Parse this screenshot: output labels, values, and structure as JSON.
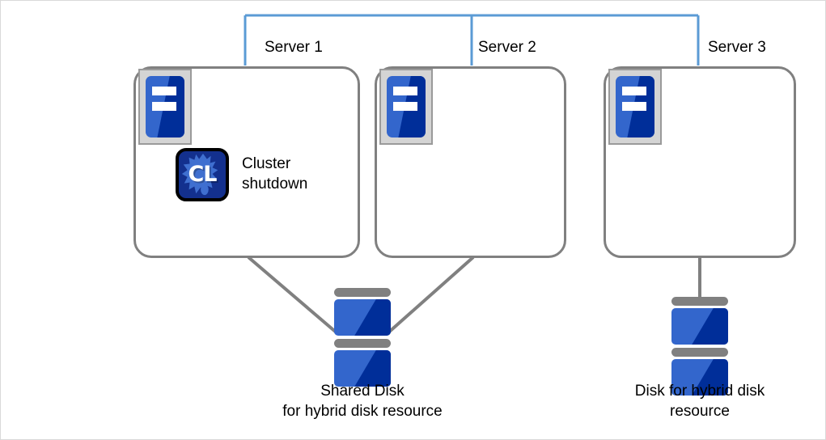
{
  "diagram": {
    "title": "Cluster shutdown with hybrid disk resources",
    "colors": {
      "network_line": "#5b9bd5",
      "connector_line": "#808080",
      "server_border": "#808080",
      "disk_light_blue": "#3366cc",
      "disk_dark_blue": "#002e99",
      "badge_frame": "#d4d4d4",
      "cl_icon_border": "#000000",
      "cl_icon_background": "#13308e",
      "text": "#000000",
      "frame_border": "#d9d9d9"
    },
    "network": {
      "name": "interconnect-bus",
      "orientation": "horizontal-with-three-drops"
    },
    "servers": [
      {
        "id": "server-1",
        "label": "Server 1",
        "badge_icon": "server-icon",
        "has_cluster_shutdown": true,
        "cluster_shutdown": {
          "icon": "cl-icon",
          "icon_text": "CL",
          "label": "Cluster\nshutdown",
          "label_line1": "Cluster",
          "label_line2": "shutdown"
        }
      },
      {
        "id": "server-2",
        "label": "Server 2",
        "badge_icon": "server-icon",
        "has_cluster_shutdown": false
      },
      {
        "id": "server-3",
        "label": "Server 3",
        "badge_icon": "server-icon",
        "has_cluster_shutdown": false
      }
    ],
    "disks": [
      {
        "id": "shared-disk",
        "icon": "disk-stack-icon",
        "caption_line1": "Shared Disk",
        "caption_line2": "for hybrid disk resource",
        "connected_to": [
          "server-1",
          "server-2"
        ]
      },
      {
        "id": "hybrid-disk",
        "icon": "disk-stack-icon",
        "caption_line1": "Disk for hybrid disk",
        "caption_line2": "resource",
        "connected_to": [
          "server-3"
        ]
      }
    ]
  }
}
